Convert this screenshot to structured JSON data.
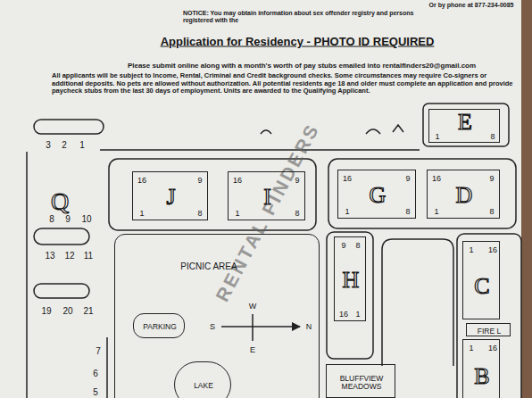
{
  "diagram": {
    "title": "Application for Residency - PHOTO ID REQUIRED",
    "nodes": [
      {
        "text": [
          "J",
          "16",
          "9",
          "1",
          "8"
        ]
      },
      {
        "text": [
          "I",
          "16",
          "9",
          "1",
          "8"
        ]
      },
      {
        "text": [
          "G",
          "16",
          "9",
          "1",
          "8"
        ]
      },
      {
        "text": [
          "D",
          "16",
          "9",
          "1",
          "8"
        ]
      },
      {
        "text": [
          "E",
          "1",
          "8"
        ]
      },
      {
        "text": [
          "H",
          "9",
          "8",
          "16",
          "1"
        ]
      },
      {
        "text": [
          "C",
          "1",
          "16"
        ]
      },
      {
        "text": [
          "B",
          "1",
          "16"
        ]
      },
      {
        "text": [
          "PICNIC AREA"
        ]
      },
      {
        "text": [
          "PARKING"
        ],
        "in": 8
      },
      {
        "text": [
          "LAKE"
        ],
        "in": 8
      },
      {
        "text": [
          "BLUFFVIEW MEADOWS"
        ]
      },
      {
        "text": [
          "FIRE L"
        ]
      }
    ],
    "labels": [
      "Or by phone at 877-234-0085",
      "NOTICE: You may obtain information about sex offender registry and persons registered with the",
      "Please submit online along with a month's worth of pay stubs emailed into rentalfinders20@gmail.com",
      "All applicants will be subject to Income, Rental, Criminal and Credit background checks. Some circumstances may require Co-signers or additional deposits. No pets are allowed without authorization. All potential residents age 18 and older must complete an application and provide paycheck stubs from the last 30 days of employment. Units are awarded to the Qualifying Applicant.",
      "RENTAL FINDERS",
      "Q",
      "3",
      "2",
      "1",
      "8",
      "9",
      "10",
      "13",
      "12",
      "11",
      "19",
      "20",
      "21",
      "7",
      "6",
      "5",
      "W",
      "S",
      "N",
      "E"
    ]
  }
}
